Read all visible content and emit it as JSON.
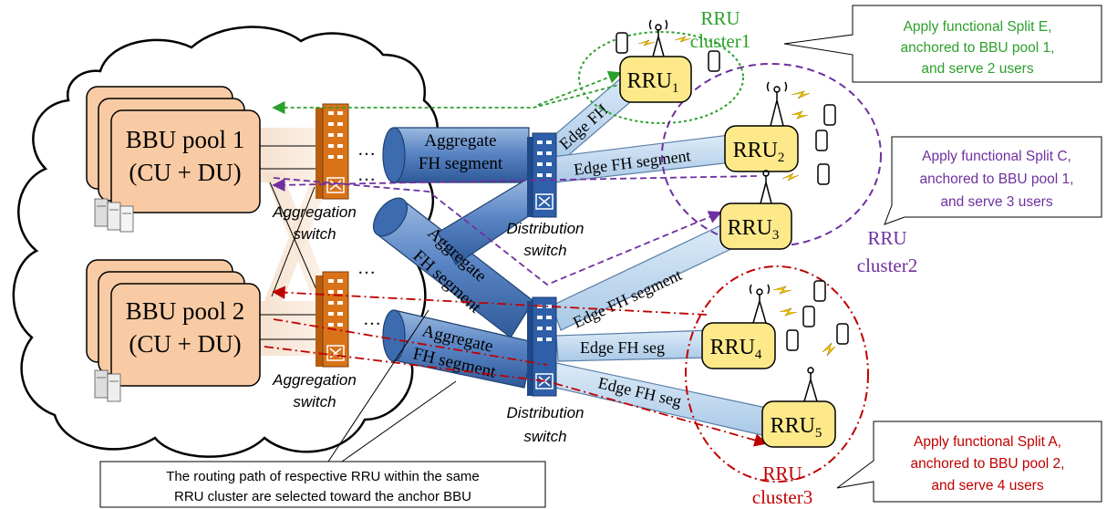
{
  "bbu_pools": [
    {
      "title": "BBU pool 1",
      "subtitle": "(CU + DU)"
    },
    {
      "title": "BBU pool 2",
      "subtitle": "(CU + DU)"
    }
  ],
  "switches": {
    "aggregation": [
      "Aggregation",
      "switch"
    ],
    "distribution": [
      "Distribution",
      "switch"
    ]
  },
  "segments": {
    "aggregate": [
      "Aggregate",
      "FH segment"
    ],
    "aggregate_mid": [
      "Aggregate",
      "FH segment"
    ],
    "aggregate_low": [
      "Aggregate",
      "FH segment"
    ],
    "edge_full": "Edge FH segment",
    "edge_short": "Edge FH seg",
    "edge_top": "Edge FH"
  },
  "rrus": [
    {
      "base": "RRU",
      "sub": "1"
    },
    {
      "base": "RRU",
      "sub": "2"
    },
    {
      "base": "RRU",
      "sub": "3"
    },
    {
      "base": "RRU",
      "sub": "4"
    },
    {
      "base": "RRU",
      "sub": "5"
    }
  ],
  "clusters": [
    {
      "line1": "RRU",
      "line2": "cluster1",
      "color": "#2ca02c"
    },
    {
      "line1": "RRU",
      "line2": "cluster2",
      "color": "#7030a0"
    },
    {
      "line1": "RRU",
      "line2": "cluster3",
      "color": "#c00000"
    }
  ],
  "callouts": [
    {
      "lines": [
        "Apply functional Split E,",
        "anchored to BBU pool 1,",
        "and serve 2 users"
      ],
      "color": "#2ca02c"
    },
    {
      "lines": [
        "Apply functional Split C,",
        "anchored to BBU pool 1,",
        "and serve 3 users"
      ],
      "color": "#7030a0"
    },
    {
      "lines": [
        "Apply functional Split A,",
        "anchored to BBU pool 2,",
        "and serve 4 users"
      ],
      "color": "#c00000"
    }
  ],
  "note": {
    "lines": [
      "The routing path of respective RRU within the same",
      "RRU cluster are selected toward the anchor BBU"
    ]
  },
  "ellipsis": "…",
  "colors": {
    "bbu_fill": "#f9cba4",
    "rru_fill": "#fde98a",
    "switch_orange": "#d9731a",
    "switch_blue": "#2e5fa8",
    "pipe_blue": "#5b86c5",
    "pipe_light": "#bdd7ee"
  }
}
